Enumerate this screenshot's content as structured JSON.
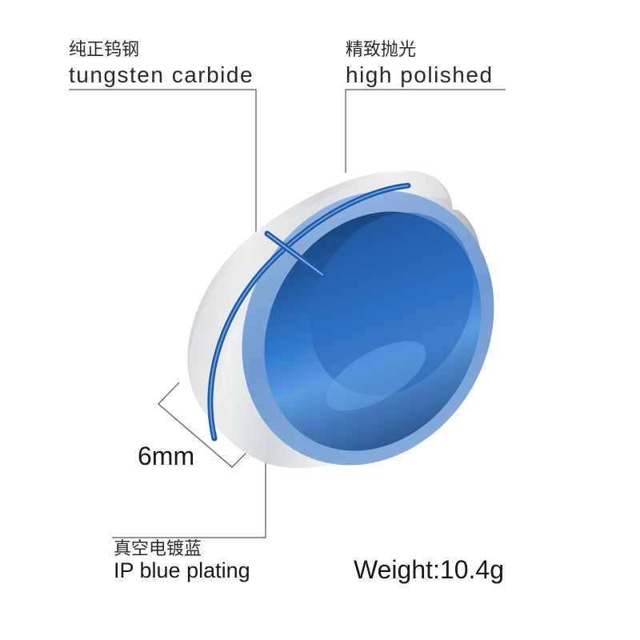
{
  "annotations": {
    "material": {
      "cn": "纯正钨钢",
      "en": "tungsten carbide"
    },
    "finish": {
      "cn": "精致抛光",
      "en": "high polished"
    },
    "plating": {
      "cn": "真空电镀蓝",
      "en": "IP blue plating"
    },
    "width": {
      "value": "6mm"
    },
    "weight": {
      "text": "Weight:10.4g"
    }
  },
  "product": {
    "subject": "tungsten carbide ring with blue inner band and blue cross groove",
    "colors": {
      "silver": "#c9cccf",
      "silver_highlight": "#f4f5f6",
      "blue": "#2f6fc0",
      "blue_dark": "#16427e",
      "blue_light": "#7ea8dc",
      "callout_line": "#555555"
    }
  }
}
